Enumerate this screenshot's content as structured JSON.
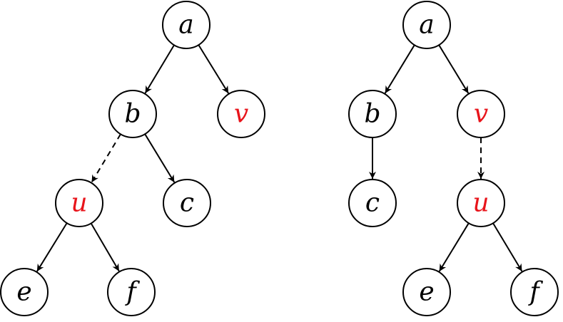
{
  "colors": {
    "default_label": "#000000",
    "highlight_label": "#e8141b",
    "stroke": "#000000"
  },
  "trees": [
    {
      "nodes": [
        {
          "label": "a",
          "highlight": false
        },
        {
          "label": "b",
          "highlight": false
        },
        {
          "label": "v",
          "highlight": true
        },
        {
          "label": "u",
          "highlight": true
        },
        {
          "label": "c",
          "highlight": false
        },
        {
          "label": "e",
          "highlight": false
        },
        {
          "label": "f",
          "highlight": false
        }
      ],
      "edges": [
        {
          "from": "a",
          "to": "b",
          "style": "solid"
        },
        {
          "from": "a",
          "to": "v",
          "style": "solid"
        },
        {
          "from": "b",
          "to": "u",
          "style": "dashed"
        },
        {
          "from": "b",
          "to": "c",
          "style": "solid"
        },
        {
          "from": "u",
          "to": "e",
          "style": "solid"
        },
        {
          "from": "u",
          "to": "f",
          "style": "solid"
        }
      ]
    },
    {
      "nodes": [
        {
          "label": "a",
          "highlight": false
        },
        {
          "label": "b",
          "highlight": false
        },
        {
          "label": "v",
          "highlight": true
        },
        {
          "label": "c",
          "highlight": false
        },
        {
          "label": "u",
          "highlight": true
        },
        {
          "label": "e",
          "highlight": false
        },
        {
          "label": "f",
          "highlight": false
        }
      ],
      "edges": [
        {
          "from": "a",
          "to": "b",
          "style": "solid"
        },
        {
          "from": "a",
          "to": "v",
          "style": "solid"
        },
        {
          "from": "b",
          "to": "c",
          "style": "solid"
        },
        {
          "from": "v",
          "to": "u",
          "style": "dashed"
        },
        {
          "from": "u",
          "to": "e",
          "style": "solid"
        },
        {
          "from": "u",
          "to": "f",
          "style": "solid"
        }
      ]
    }
  ]
}
